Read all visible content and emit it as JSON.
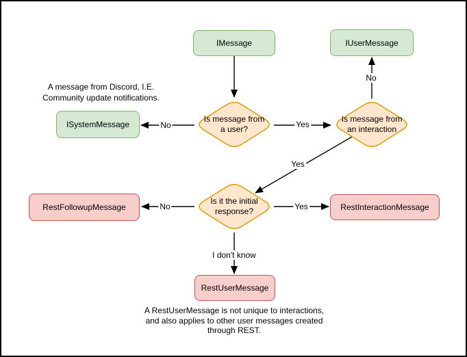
{
  "diagram": {
    "nodes": {
      "imessage": "IMessage",
      "iusermessage": "IUserMessage",
      "isystemmessage": "ISystemMessage",
      "restfollowupmessage": "RestFollowupMessage",
      "restinteractionmessage": "RestInteractionMessage",
      "restusermessage": "RestUserMessage"
    },
    "decisions": {
      "is_from_user": "Is message from a user?",
      "is_from_interaction": "Is message from an interaction",
      "is_initial_response": "Is it the initial response?"
    },
    "edge_labels": {
      "from_user_no": "No",
      "from_user_yes": "Yes",
      "from_interaction_no": "No",
      "from_interaction_yes": "Yes",
      "initial_response_no": "No",
      "initial_response_yes": "Yes",
      "initial_response_unknown": "I don't know"
    },
    "annotations": {
      "system_message_note": "A message from Discord, I.E.\nCommunity update notifications.",
      "rest_user_message_note": "A RestUserMessage is not unique to interactions,\nand also applies to other user messages created\nthrough REST."
    },
    "colors": {
      "green_fill": "#d5e8d4",
      "green_stroke": "#82b366",
      "orange_fill": "#ffe6cc",
      "orange_stroke": "#d79b00",
      "red_fill": "#f8cecc",
      "red_stroke": "#b85450",
      "line_color": "#000000",
      "background": "#ffffff"
    }
  }
}
